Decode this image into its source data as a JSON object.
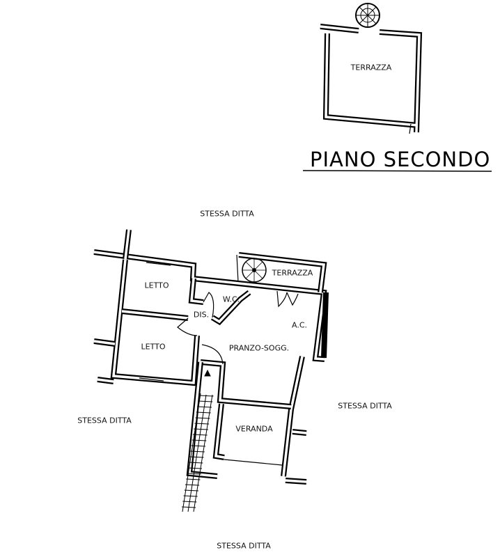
{
  "title": "PIANO SECONDO",
  "rooms": {
    "terrace_top": "TERRAZZA",
    "terrace_lower": "TERRAZZA",
    "bedroom_1": "LETTO",
    "bedroom_2": "LETTO",
    "wc": "W.C.",
    "hall": "DIS.",
    "kitchen_corner": "A.C.",
    "living_dining": "PRANZO-SOGG.",
    "veranda": "VERANDA"
  },
  "neighbors": {
    "top": "STESSA DITTA",
    "right": "STESSA DITTA",
    "left": "STESSA DITTA",
    "bottom": "STESSA DITTA"
  }
}
